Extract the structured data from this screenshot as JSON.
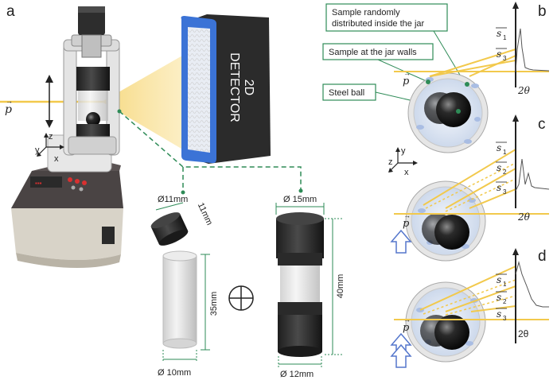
{
  "panels": {
    "a": "a",
    "b": "b",
    "c": "c",
    "d": "d"
  },
  "detector": {
    "line1": "2D",
    "line2": "DETECTOR"
  },
  "beam_symbol": "p",
  "axes": {
    "x": "x",
    "y": "y",
    "z": "z"
  },
  "callouts": {
    "random": [
      "Sample randomly",
      "distributed inside the jar"
    ],
    "walls": "Sample at the jar walls",
    "steel": "Steel ball"
  },
  "scattering": {
    "s1": "s",
    "s1_sub": "1",
    "s2": "s",
    "s2_sub": "2",
    "s3": "s",
    "s3_sub": "3",
    "two_theta_italic": "2θ",
    "two_theta_upright": "2θ"
  },
  "dimensions": {
    "cap_diameter": "Ø11mm",
    "cap_height": "11mm",
    "tube_height": "35mm",
    "tube_diameter": "Ø 10mm",
    "jar_top_diameter": "Ø 15mm",
    "jar_height": "40mm",
    "jar_bottom_diameter": "Ø 12mm",
    "assembly_symbol": "⊕"
  },
  "colors": {
    "beam": "#f2c94c",
    "detector_blue": "#3b73d6",
    "dimension_green": "#2e8b57",
    "arrow_blue": "#5577cc"
  }
}
